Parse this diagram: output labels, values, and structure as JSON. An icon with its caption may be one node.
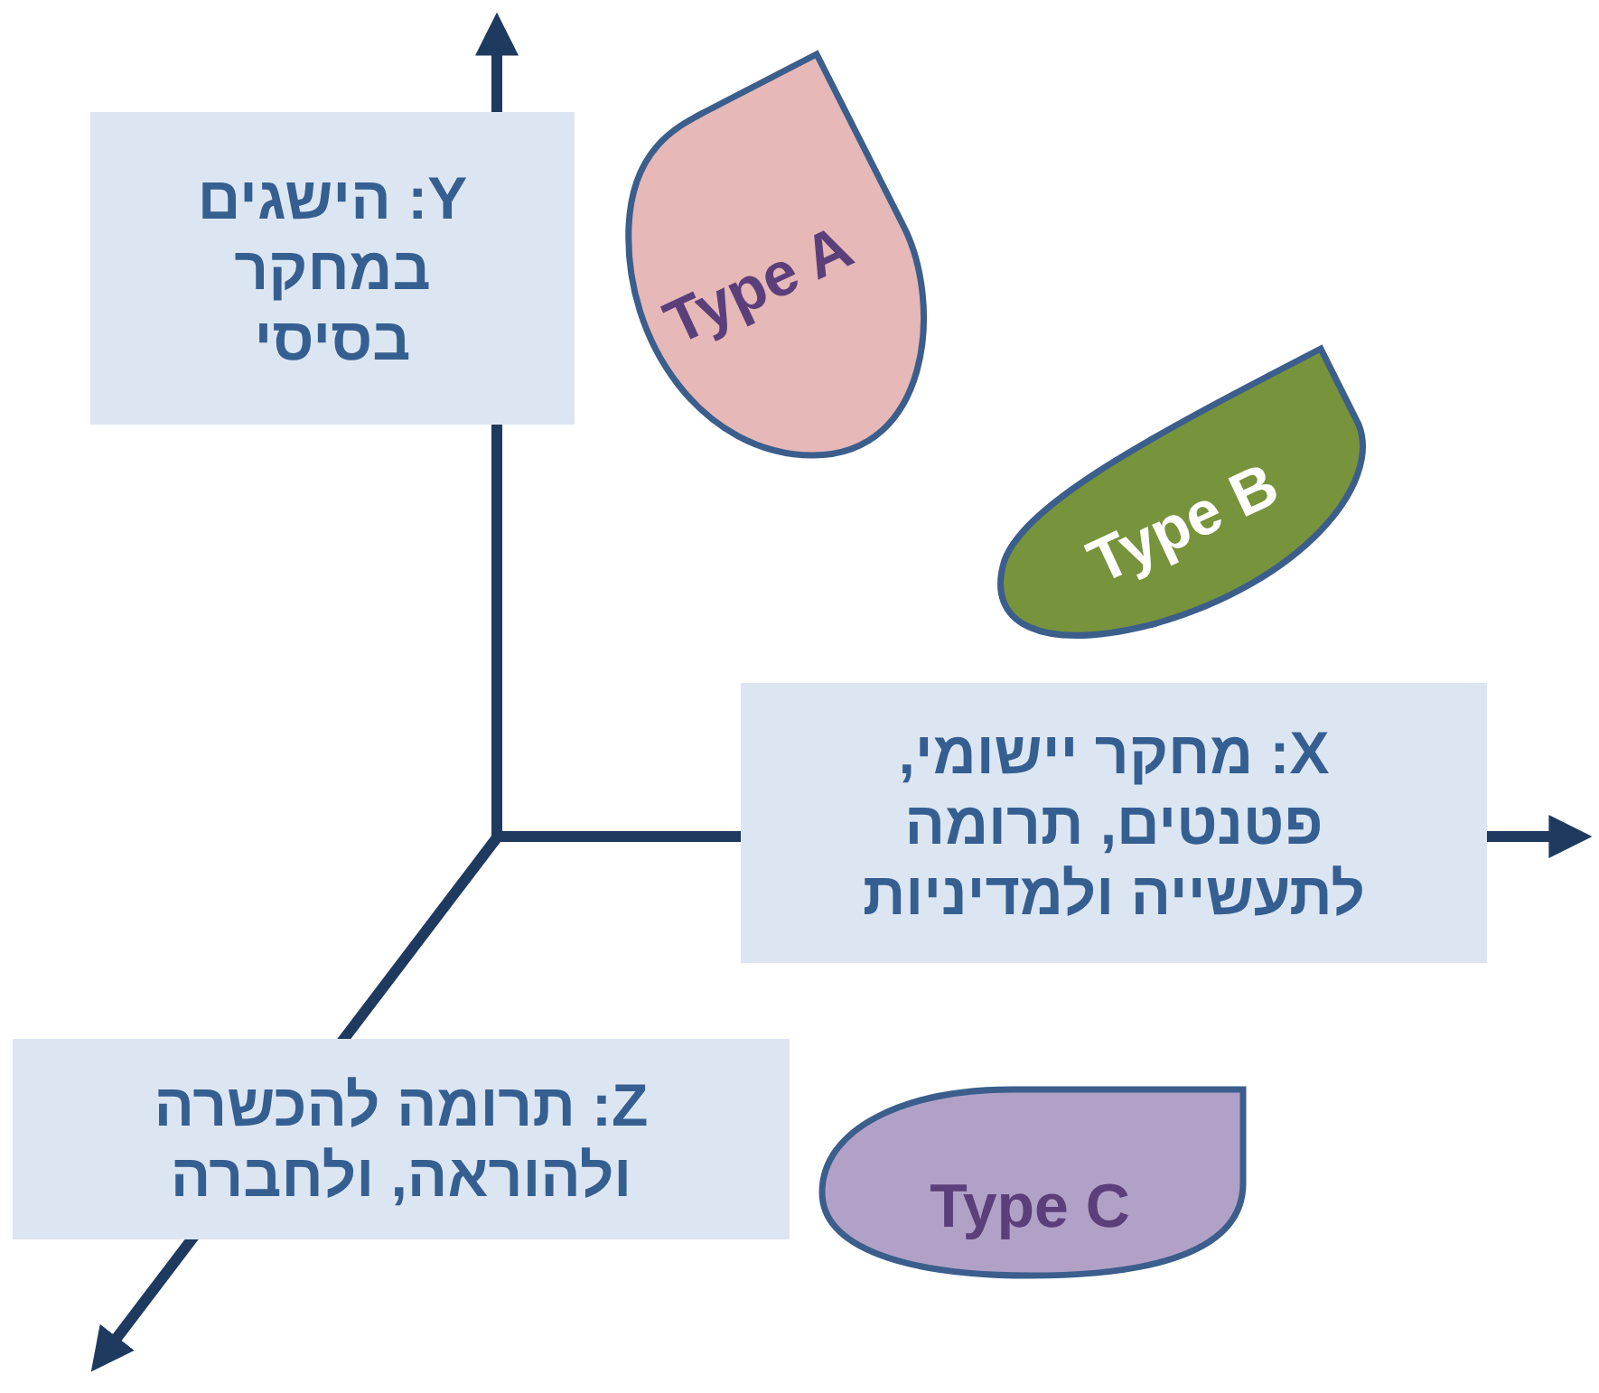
{
  "diagram": {
    "nodes": [
      {
        "text": [
          "Y: הישגים במחקר בסיסי"
        ]
      },
      {
        "text": [
          "Type A"
        ]
      },
      {
        "text": [
          "Type B"
        ]
      },
      {
        "text": [
          "X: מחקר יישומי, פטנטים, תרומה לתעשייה ולמדיניות"
        ]
      },
      {
        "text": [
          "Z: תרומה להכשרה ולהוראה, ולחברה"
        ]
      },
      {
        "text": [
          "Type C"
        ]
      }
    ]
  }
}
